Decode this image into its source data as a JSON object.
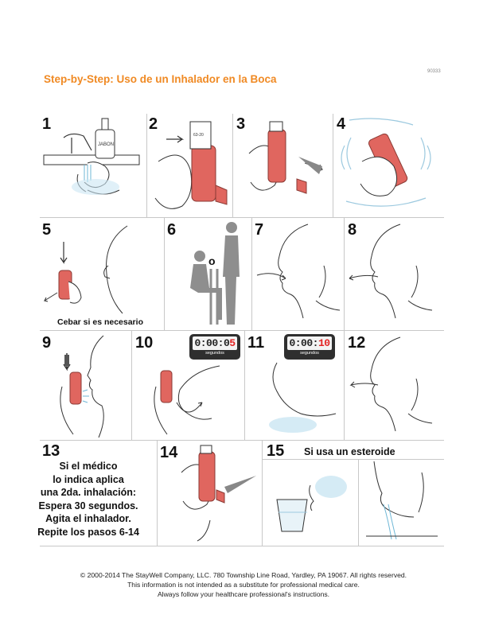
{
  "header": {
    "title": "Step-by-Step: Uso de un Inhalador en la Boca",
    "code": "90333"
  },
  "steps": {
    "s1": "1",
    "s2": "2",
    "s3": "3",
    "s4": "4",
    "s5": "5",
    "s6": "6",
    "s7": "7",
    "s8": "8",
    "s9": "9",
    "s10": "10",
    "s11": "11",
    "s12": "12",
    "s13": "13",
    "s14": "14",
    "s15": "15"
  },
  "labels": {
    "soap": "JABON",
    "counter": "63-20",
    "prime": "Cebar si es necesario",
    "or": "o",
    "steroid": "Si usa un esteroide"
  },
  "timers": {
    "t10": {
      "prefix": "0:00:0",
      "digit": "5",
      "unit": "segundos"
    },
    "t11": {
      "prefix": "0:00:",
      "digit": "10",
      "unit": "segundos"
    }
  },
  "step13": {
    "lines": [
      "Si el médico",
      "lo indica aplica",
      "una 2da. inhalación:",
      "Espera 30 segundos.",
      "Agita el inhalador.",
      "Repite los pasos 6-14"
    ]
  },
  "footer": {
    "line1": "© 2000-2014 The StayWell Company, LLC. 780 Township Line Road, Yardley, PA 19067. All rights reserved.",
    "line2": "This information is not intended as a substitute for professional medical care.",
    "line3": "Always follow your healthcare professional's instructions."
  },
  "colors": {
    "title": "#f08a24",
    "inhaler": "#e0665f",
    "grid": "#c8c8c8",
    "timer_red": "#e32222"
  }
}
